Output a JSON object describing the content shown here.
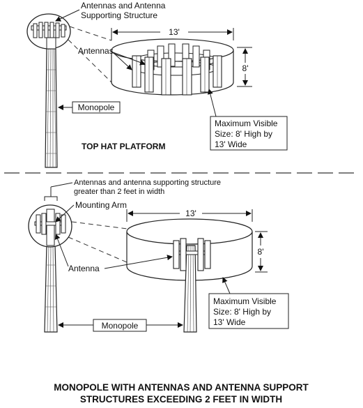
{
  "top": {
    "support_label": "Antennas and Antenna Supporting Structure",
    "support_label_line1": "Antennas and Antenna",
    "support_label_line2": "Supporting Structure",
    "antennas_label": "Antennas",
    "monopole_label": "Monopole",
    "width_dim": "13'",
    "height_dim": "8'",
    "max_visible_line1": "Maximum Visible",
    "max_visible_line2": "Size: 8' High by",
    "max_visible_line3": "13' Wide",
    "title": "TOP HAT PLATFORM"
  },
  "bottom": {
    "support_label_line1": "Antennas and antenna supporting structure",
    "support_label_line2": "greater than 2 feet in width",
    "mounting_arm_label": "Mounting Arm",
    "antenna_label": "Antenna",
    "monopole_label": "Monopole",
    "width_dim": "13'",
    "height_dim": "8'",
    "max_visible_line1": "Maximum Visible",
    "max_visible_line2": "Size: 8' High by",
    "max_visible_line3": "13' Wide"
  },
  "caption": {
    "line1": "MONOPOLE WITH ANTENNAS AND ANTENNA SUPPORT",
    "line2": "STRUCTURES EXCEEDING 2 FEET IN WIDTH"
  }
}
